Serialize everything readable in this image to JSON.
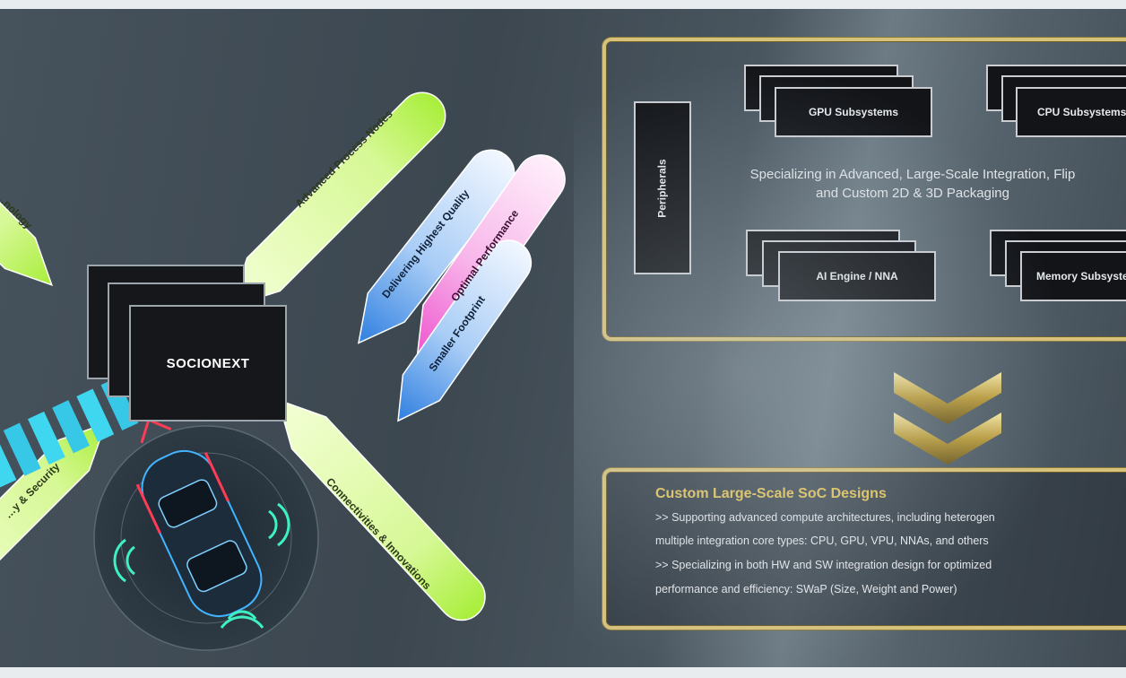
{
  "center": {
    "label": "SOCIONEXT"
  },
  "arrows": {
    "left_top": "…nology",
    "advanced": "Advanced Process Nodes",
    "higher_quality": "Delivering Highest Quality",
    "optimal_performance": "Optimal Performance",
    "smaller_footprint": "Smaller Footprint",
    "left_bottom": "…y & Security",
    "connectivity": "Connectivities & Innovations"
  },
  "right_panel": {
    "peripherals": "Peripherals",
    "gpu": "GPU Subsystems",
    "cpu": "CPU Subsystems",
    "ai": "AI Engine / NNA",
    "memory": "Memory Subsystems",
    "mid_line1": "Specializing in Advanced, Large-Scale Integration, Flip",
    "mid_line2": "and Custom 2D & 3D Packaging"
  },
  "custom": {
    "title": "Custom Large-Scale SoC Designs",
    "line1": ">> Supporting advanced compute architectures, including heterogen",
    "line2": "multiple integration core types: CPU, GPU, VPU, NNAs, and others",
    "line3": ">> Specializing in both HW and SW integration design for optimized",
    "line4": "performance and efficiency: SWaP (Size, Weight and Power)"
  },
  "colors": {
    "lime": "#c8f56a",
    "blue": "#3d8fe6",
    "pink": "#f06ad2",
    "gold": "#d7c27a",
    "custom_title": "#e2c35a"
  }
}
